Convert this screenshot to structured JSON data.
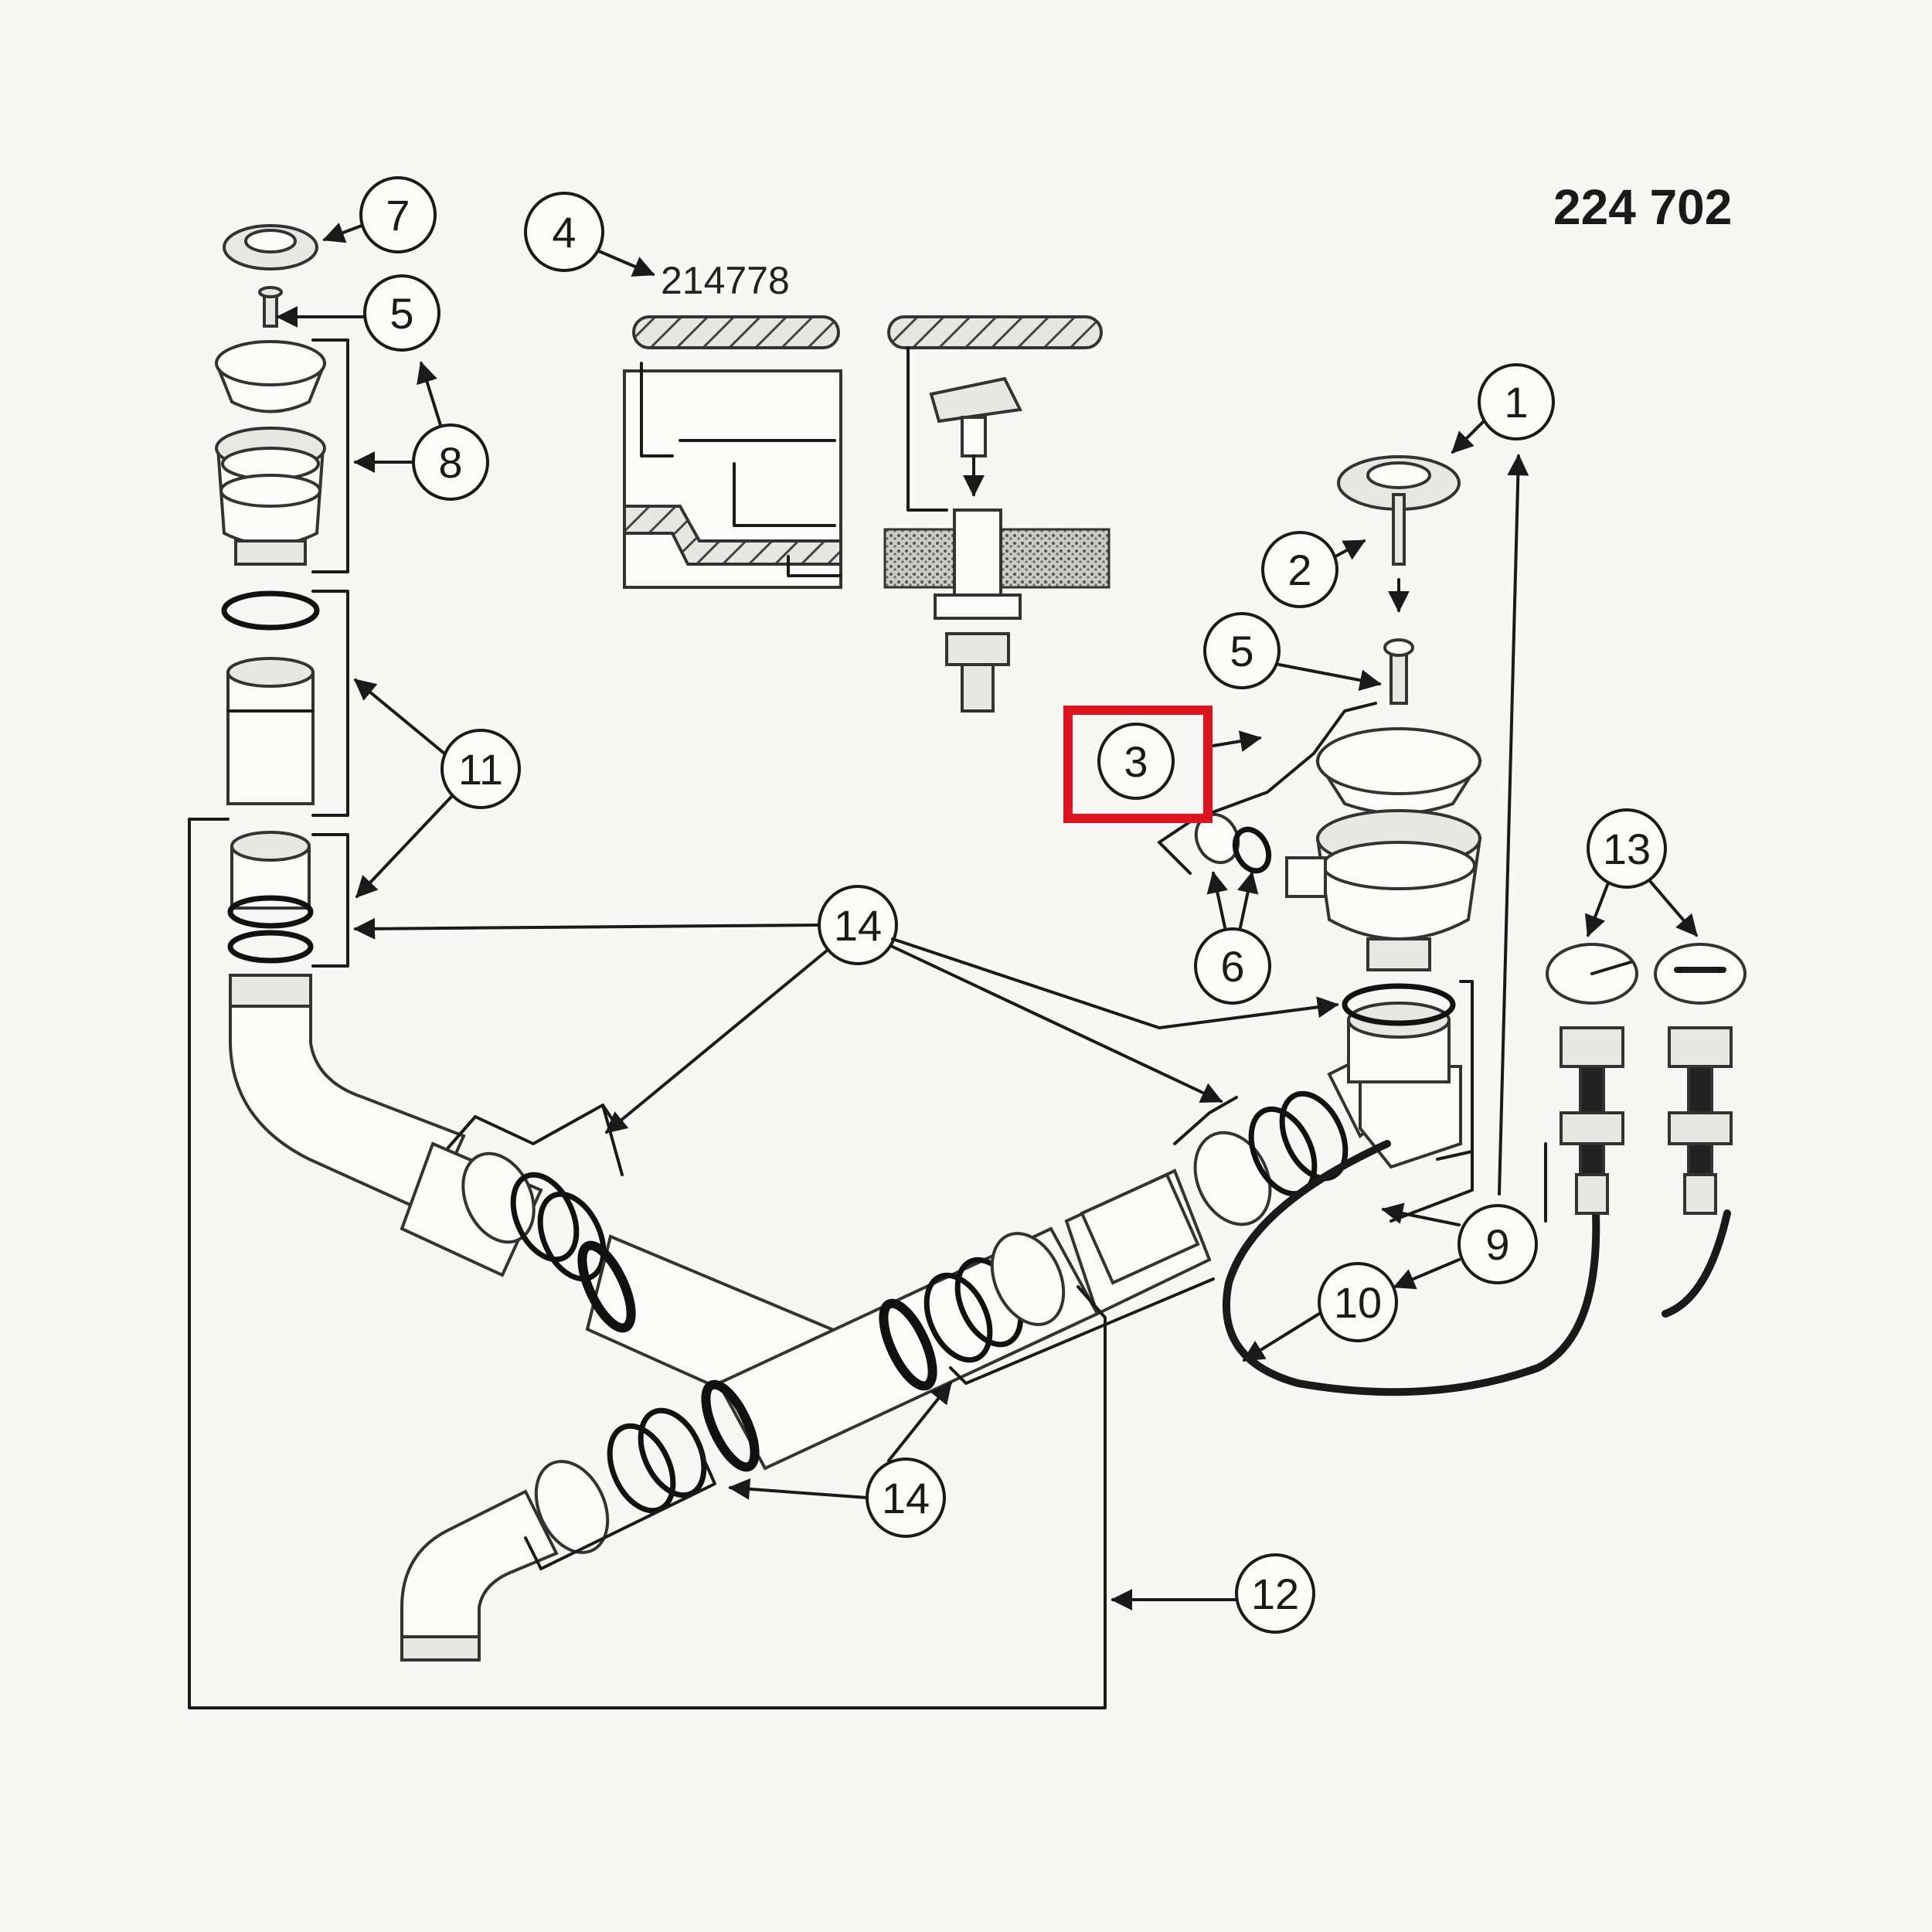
{
  "diagram": {
    "model_number": "224 702",
    "part_code_4": "214778",
    "callouts": [
      {
        "id": "c1",
        "label": "1"
      },
      {
        "id": "c2",
        "label": "2"
      },
      {
        "id": "c3",
        "label": "3"
      },
      {
        "id": "c4",
        "label": "4"
      },
      {
        "id": "c5a",
        "label": "5"
      },
      {
        "id": "c5b",
        "label": "5"
      },
      {
        "id": "c6",
        "label": "6"
      },
      {
        "id": "c7",
        "label": "7"
      },
      {
        "id": "c8",
        "label": "8"
      },
      {
        "id": "c9",
        "label": "9"
      },
      {
        "id": "c10",
        "label": "10"
      },
      {
        "id": "c11",
        "label": "11"
      },
      {
        "id": "c12",
        "label": "12"
      },
      {
        "id": "c13",
        "label": "13"
      },
      {
        "id": "c14a",
        "label": "14"
      },
      {
        "id": "c14b",
        "label": "14"
      }
    ],
    "highlighted_callout": "3",
    "highlight_color": "#e0141e"
  }
}
